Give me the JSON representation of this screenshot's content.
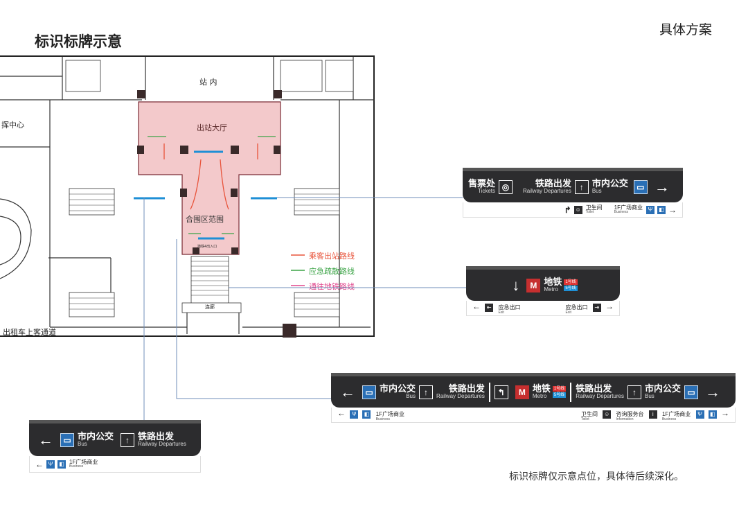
{
  "header": {
    "title": "标识标牌示意",
    "section": "具体方案"
  },
  "note": "标识标牌仅示意点位，具体待后续深化。",
  "colors": {
    "hall_fill": "#f3c9cb",
    "sign_bg": "#2c2c2e",
    "passenger_route": "#e8533a",
    "evac_route": "#3aa345",
    "metro_route": "#e0468c",
    "connector": "#6f8db8",
    "sign_marker": "#1e8fd6"
  },
  "plan": {
    "labels": {
      "station_inside": "站 内",
      "exit_hall": "出站大厅",
      "fence_area": "合围区范围",
      "command_center": "挥中心",
      "taxi_channel": "出租车上客通道",
      "corridor": "连廊",
      "metro_exit": "地铁4出入口"
    },
    "legend": [
      {
        "label": "乘客出站路线",
        "color": "#e8533a"
      },
      {
        "label": "应急疏散路线",
        "color": "#3aa345"
      },
      {
        "label": "通往地铁路线",
        "color": "#e0468c"
      }
    ]
  },
  "sign1": {
    "tickets_cn": "售票处",
    "tickets_en": "Tickets",
    "rail_cn": "铁路出发",
    "rail_en": "Railway Departures",
    "bus_cn": "市内公交",
    "bus_en": "Bus",
    "toilet_cn": "卫生间",
    "toilet_en": "Toilet",
    "biz_cn": "1F广场商业",
    "biz_en": "Business"
  },
  "sign2": {
    "metro_cn": "地铁",
    "metro_en": "Metro",
    "line_a": "1号线",
    "line_b": "5号线",
    "exit_cn": "应急出口",
    "exit_en": "Exit"
  },
  "sign3": {
    "bus_cn": "市内公交",
    "bus_en": "Bus",
    "rail_cn": "铁路出发",
    "rail_en": "Railway Departures",
    "metro_cn": "地铁",
    "metro_en": "Metro",
    "line_a": "1号线",
    "line_b": "5号线",
    "biz_cn": "1F广场商业",
    "biz_en": "Business",
    "toilet_cn": "卫生间",
    "toilet_en": "Toilet",
    "info_cn": "咨询服务台",
    "info_en": "Information"
  },
  "sign4": {
    "bus_cn": "市内公交",
    "bus_en": "Bus",
    "rail_cn": "铁路出发",
    "rail_en": "Railway Departures",
    "biz_cn": "1F广场商业",
    "biz_en": "Business"
  }
}
